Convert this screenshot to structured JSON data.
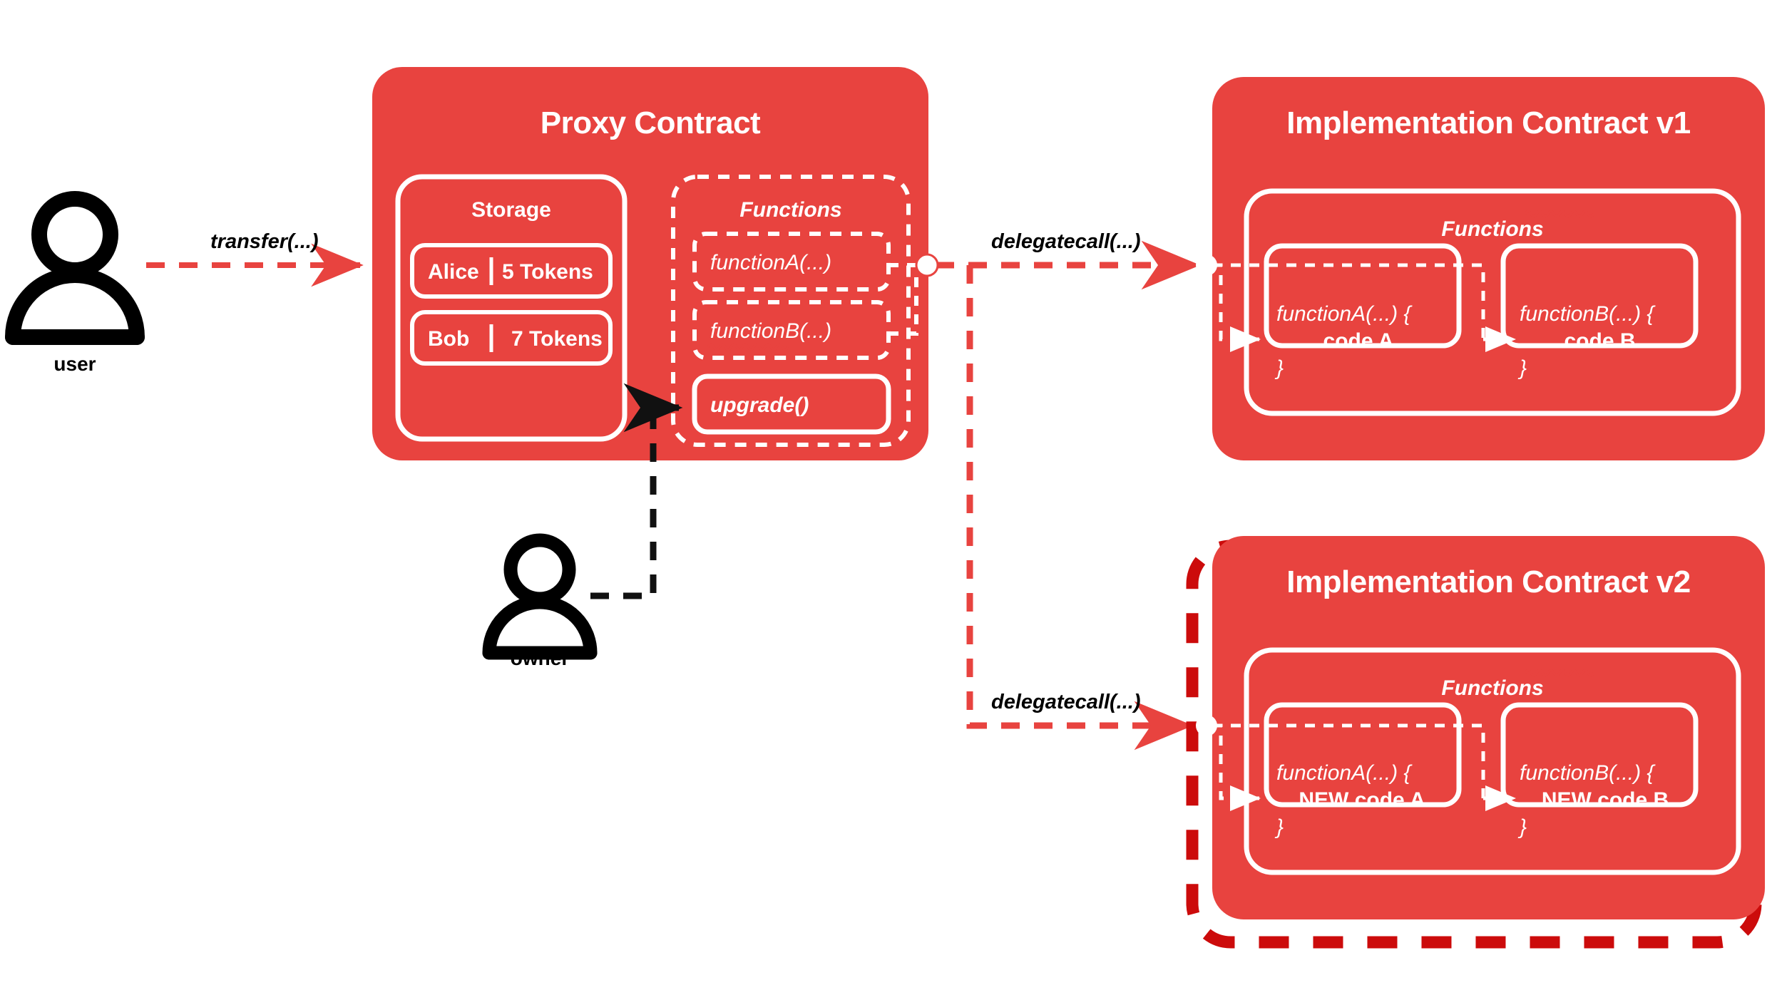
{
  "theme": {
    "brand_red": "#E8433F",
    "dark_red": "#CC0B0B",
    "white": "#FFFFFF",
    "black": "#000000",
    "background": "#FFFFFF"
  },
  "actors": [
    {
      "id": "user",
      "label": "user",
      "icon": "person-icon"
    },
    {
      "id": "owner",
      "label": "owner",
      "icon": "person-icon"
    }
  ],
  "edges": [
    {
      "id": "transfer",
      "label": "transfer(...)",
      "style": "dashed-red",
      "from": "user",
      "to": "proxy-contract"
    },
    {
      "id": "delegatecall1",
      "label": "delegatecall(...)",
      "style": "dashed-red",
      "from": "proxy-contract",
      "to": "impl-v1"
    },
    {
      "id": "delegatecall2",
      "label": "delegatecall(...)",
      "style": "dashed-red",
      "from": "proxy-contract",
      "to": "impl-v2"
    },
    {
      "id": "upgrade-call",
      "label": "",
      "style": "dashed-black",
      "from": "owner",
      "to": "upgrade-function"
    }
  ],
  "proxy": {
    "title": "Proxy Contract",
    "storage": {
      "title": "Storage",
      "rows": [
        {
          "name": "Alice",
          "separator": "|",
          "value": "5 Tokens"
        },
        {
          "name": "Bob",
          "separator": "|",
          "value": "7 Tokens"
        }
      ]
    },
    "functions": {
      "title": "Functions",
      "items": [
        {
          "label": "functionA(...)",
          "style": "dashed",
          "spellcheck": false
        },
        {
          "label": "functionB(...)",
          "style": "dashed",
          "spellcheck": true
        },
        {
          "label": "upgrade()",
          "style": "solid",
          "spellcheck": false
        }
      ]
    }
  },
  "implementations": [
    {
      "id": "impl-v1",
      "title": "Implementation Contract v1",
      "outline": "solid",
      "functions": {
        "title": "Functions",
        "items": [
          {
            "head": "functionA(...) {",
            "body": "code A",
            "close": "}",
            "spellcheck": false
          },
          {
            "head": "functionB(...) {",
            "body": "code B",
            "close": "}",
            "spellcheck": true
          }
        ]
      }
    },
    {
      "id": "impl-v2",
      "title": "Implementation Contract v2",
      "outline": "dashed-dark-red",
      "functions": {
        "title": "Functions",
        "items": [
          {
            "head": "functionA(...) {",
            "body": "NEW code A",
            "close": "}",
            "spellcheck": false
          },
          {
            "head": "functionB(...) {",
            "body": "NEW code B",
            "close": "}",
            "spellcheck": true
          }
        ]
      }
    }
  ]
}
